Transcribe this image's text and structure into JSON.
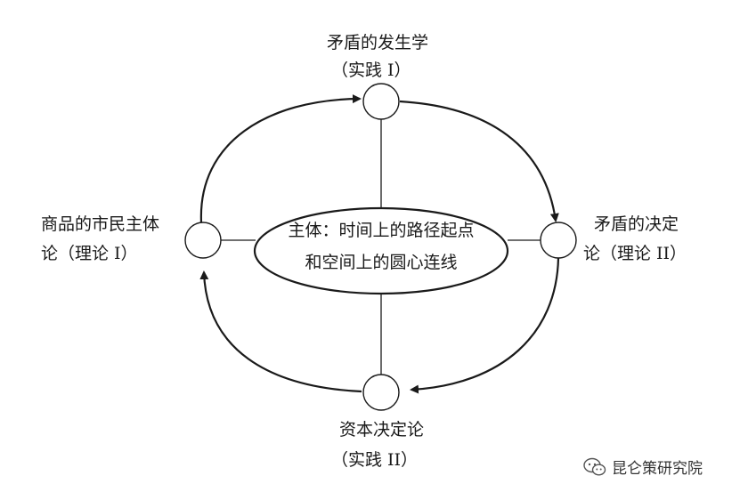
{
  "nodes": {
    "top": {
      "title": "矛盾的发生学",
      "subtitle": "（实践 I）"
    },
    "left": {
      "title": "商品的市民主体",
      "subtitle": "论（理论 I）"
    },
    "right": {
      "title": "矛盾的决定",
      "subtitle": "论（理论 II）"
    },
    "bottom": {
      "title": "资本决定论",
      "subtitle": "（实践 II）"
    }
  },
  "center": {
    "line1": "主体：时间上的路径起点",
    "line2": "和空间上的圆心连线"
  },
  "watermark": {
    "text": "昆仑策研究院",
    "icon": "wechat-icon"
  },
  "colors": {
    "stroke": "#1a1a1a",
    "background": "#ffffff"
  }
}
